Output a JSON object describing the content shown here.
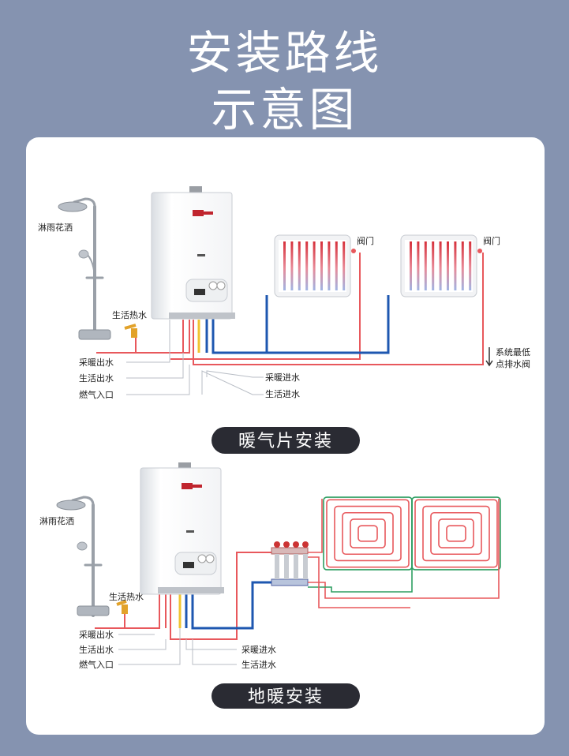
{
  "title": {
    "line1": "安装路线",
    "line2": "示意图"
  },
  "colors": {
    "background": "#8593b0",
    "hot_pipe": "#e8585c",
    "cold_pipe": "#1e57b0",
    "gas_pipe": "#f0c430",
    "floor_green": "#2e9e62",
    "pill": "#2a2b33"
  },
  "radiator_section": {
    "labels": {
      "shower": "淋雨花洒",
      "hot_water": "生活热水",
      "heat_out": "采暖出水",
      "life_out": "生活出水",
      "gas_in": "燃气入口",
      "heat_in": "采暖进水",
      "life_in": "生活进水",
      "valve1": "阀门",
      "valve2": "阀门",
      "drain1": "系统最低",
      "drain2": "点排水阀"
    },
    "caption": "暖气片安装"
  },
  "floor_section": {
    "labels": {
      "shower": "淋雨花洒",
      "hot_water": "生活热水",
      "heat_out": "采暖出水",
      "life_out": "生活出水",
      "gas_in": "燃气入口",
      "heat_in": "采暖进水",
      "life_in": "生活进水"
    },
    "caption": "地暖安装"
  }
}
